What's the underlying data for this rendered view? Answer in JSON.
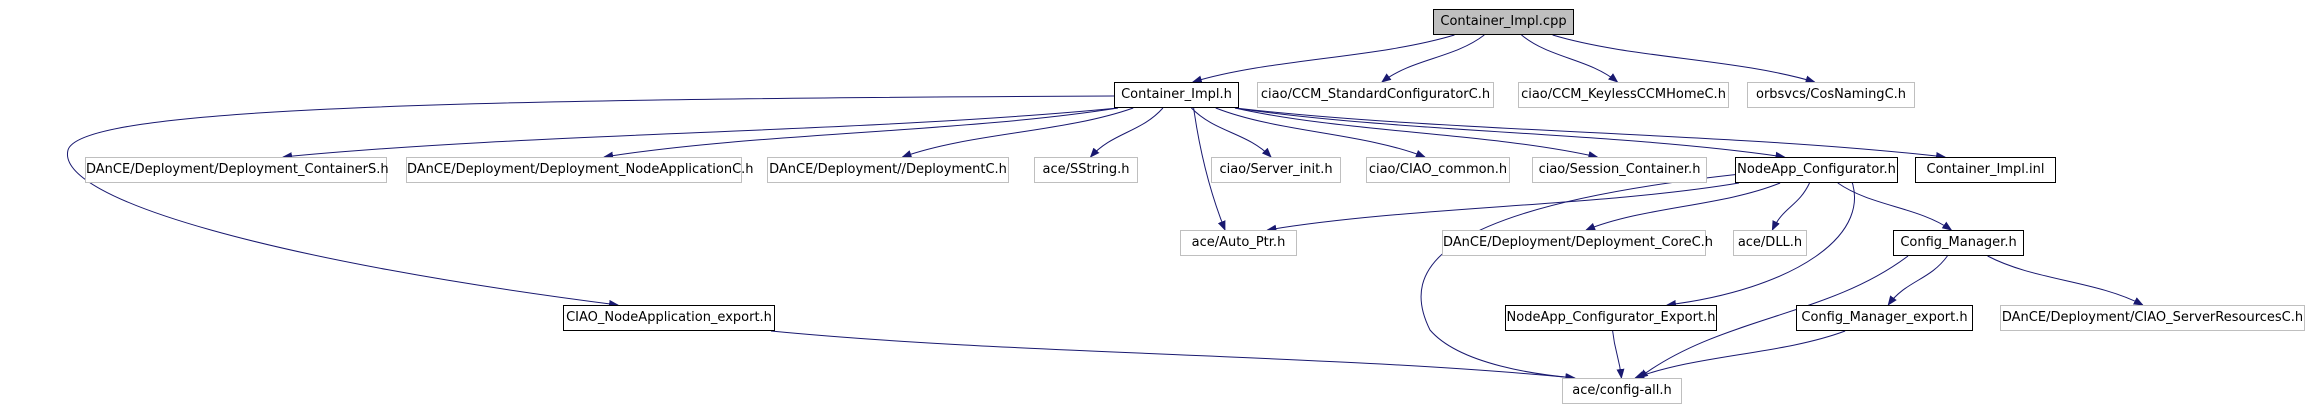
{
  "graph": {
    "colors": {
      "edge": "#191970",
      "root_fill": "#bfbfbf",
      "documented_border": "#000000",
      "external_border": "#bfbfbf"
    },
    "nodes": [
      {
        "id": "n0",
        "label": "Container_Impl.cpp",
        "kind": "root"
      },
      {
        "id": "n1",
        "label": "Container_Impl.h",
        "kind": "documented"
      },
      {
        "id": "n2",
        "label": "ciao/CCM_StandardConfiguratorC.h",
        "kind": "external"
      },
      {
        "id": "n3",
        "label": "ciao/CCM_KeylessCCMHomeC.h",
        "kind": "external"
      },
      {
        "id": "n4",
        "label": "orbsvcs/CosNamingC.h",
        "kind": "external"
      },
      {
        "id": "n5",
        "label": "DAnCE/Deployment/Deployment_ContainerS.h",
        "kind": "external"
      },
      {
        "id": "n6",
        "label": "DAnCE/Deployment/Deployment_NodeApplicationC.h",
        "kind": "external"
      },
      {
        "id": "n7",
        "label": "DAnCE/Deployment//DeploymentC.h",
        "kind": "external"
      },
      {
        "id": "n8",
        "label": "ace/SString.h",
        "kind": "external"
      },
      {
        "id": "n9",
        "label": "ciao/Server_init.h",
        "kind": "external"
      },
      {
        "id": "n10",
        "label": "ciao/CIAO_common.h",
        "kind": "external"
      },
      {
        "id": "n11",
        "label": "ciao/Session_Container.h",
        "kind": "external"
      },
      {
        "id": "n12",
        "label": "NodeApp_Configurator.h",
        "kind": "documented"
      },
      {
        "id": "n13",
        "label": "Container_Impl.inl",
        "kind": "documented"
      },
      {
        "id": "n14",
        "label": "ace/Auto_Ptr.h",
        "kind": "external"
      },
      {
        "id": "n15",
        "label": "DAnCE/Deployment/Deployment_CoreC.h",
        "kind": "external"
      },
      {
        "id": "n16",
        "label": "ace/DLL.h",
        "kind": "external"
      },
      {
        "id": "n17",
        "label": "Config_Manager.h",
        "kind": "documented"
      },
      {
        "id": "n18",
        "label": "CIAO_NodeApplication_export.h",
        "kind": "documented"
      },
      {
        "id": "n19",
        "label": "NodeApp_Configurator_Export.h",
        "kind": "documented"
      },
      {
        "id": "n20",
        "label": "Config_Manager_export.h",
        "kind": "documented"
      },
      {
        "id": "n21",
        "label": "DAnCE/Deployment/CIAO_ServerResourcesC.h",
        "kind": "external"
      },
      {
        "id": "n22",
        "label": "ace/config-all.h",
        "kind": "external"
      }
    ],
    "edges": [
      [
        "n0",
        "n1"
      ],
      [
        "n0",
        "n2"
      ],
      [
        "n0",
        "n3"
      ],
      [
        "n0",
        "n4"
      ],
      [
        "n1",
        "n5"
      ],
      [
        "n1",
        "n6"
      ],
      [
        "n1",
        "n7"
      ],
      [
        "n1",
        "n8"
      ],
      [
        "n1",
        "n9"
      ],
      [
        "n1",
        "n10"
      ],
      [
        "n1",
        "n11"
      ],
      [
        "n1",
        "n12"
      ],
      [
        "n1",
        "n13"
      ],
      [
        "n1",
        "n14"
      ],
      [
        "n1",
        "n18"
      ],
      [
        "n12",
        "n14"
      ],
      [
        "n12",
        "n15"
      ],
      [
        "n12",
        "n16"
      ],
      [
        "n12",
        "n17"
      ],
      [
        "n12",
        "n19"
      ],
      [
        "n12",
        "n22"
      ],
      [
        "n17",
        "n20"
      ],
      [
        "n17",
        "n21"
      ],
      [
        "n17",
        "n22"
      ],
      [
        "n18",
        "n22"
      ],
      [
        "n19",
        "n22"
      ],
      [
        "n20",
        "n22"
      ]
    ]
  }
}
